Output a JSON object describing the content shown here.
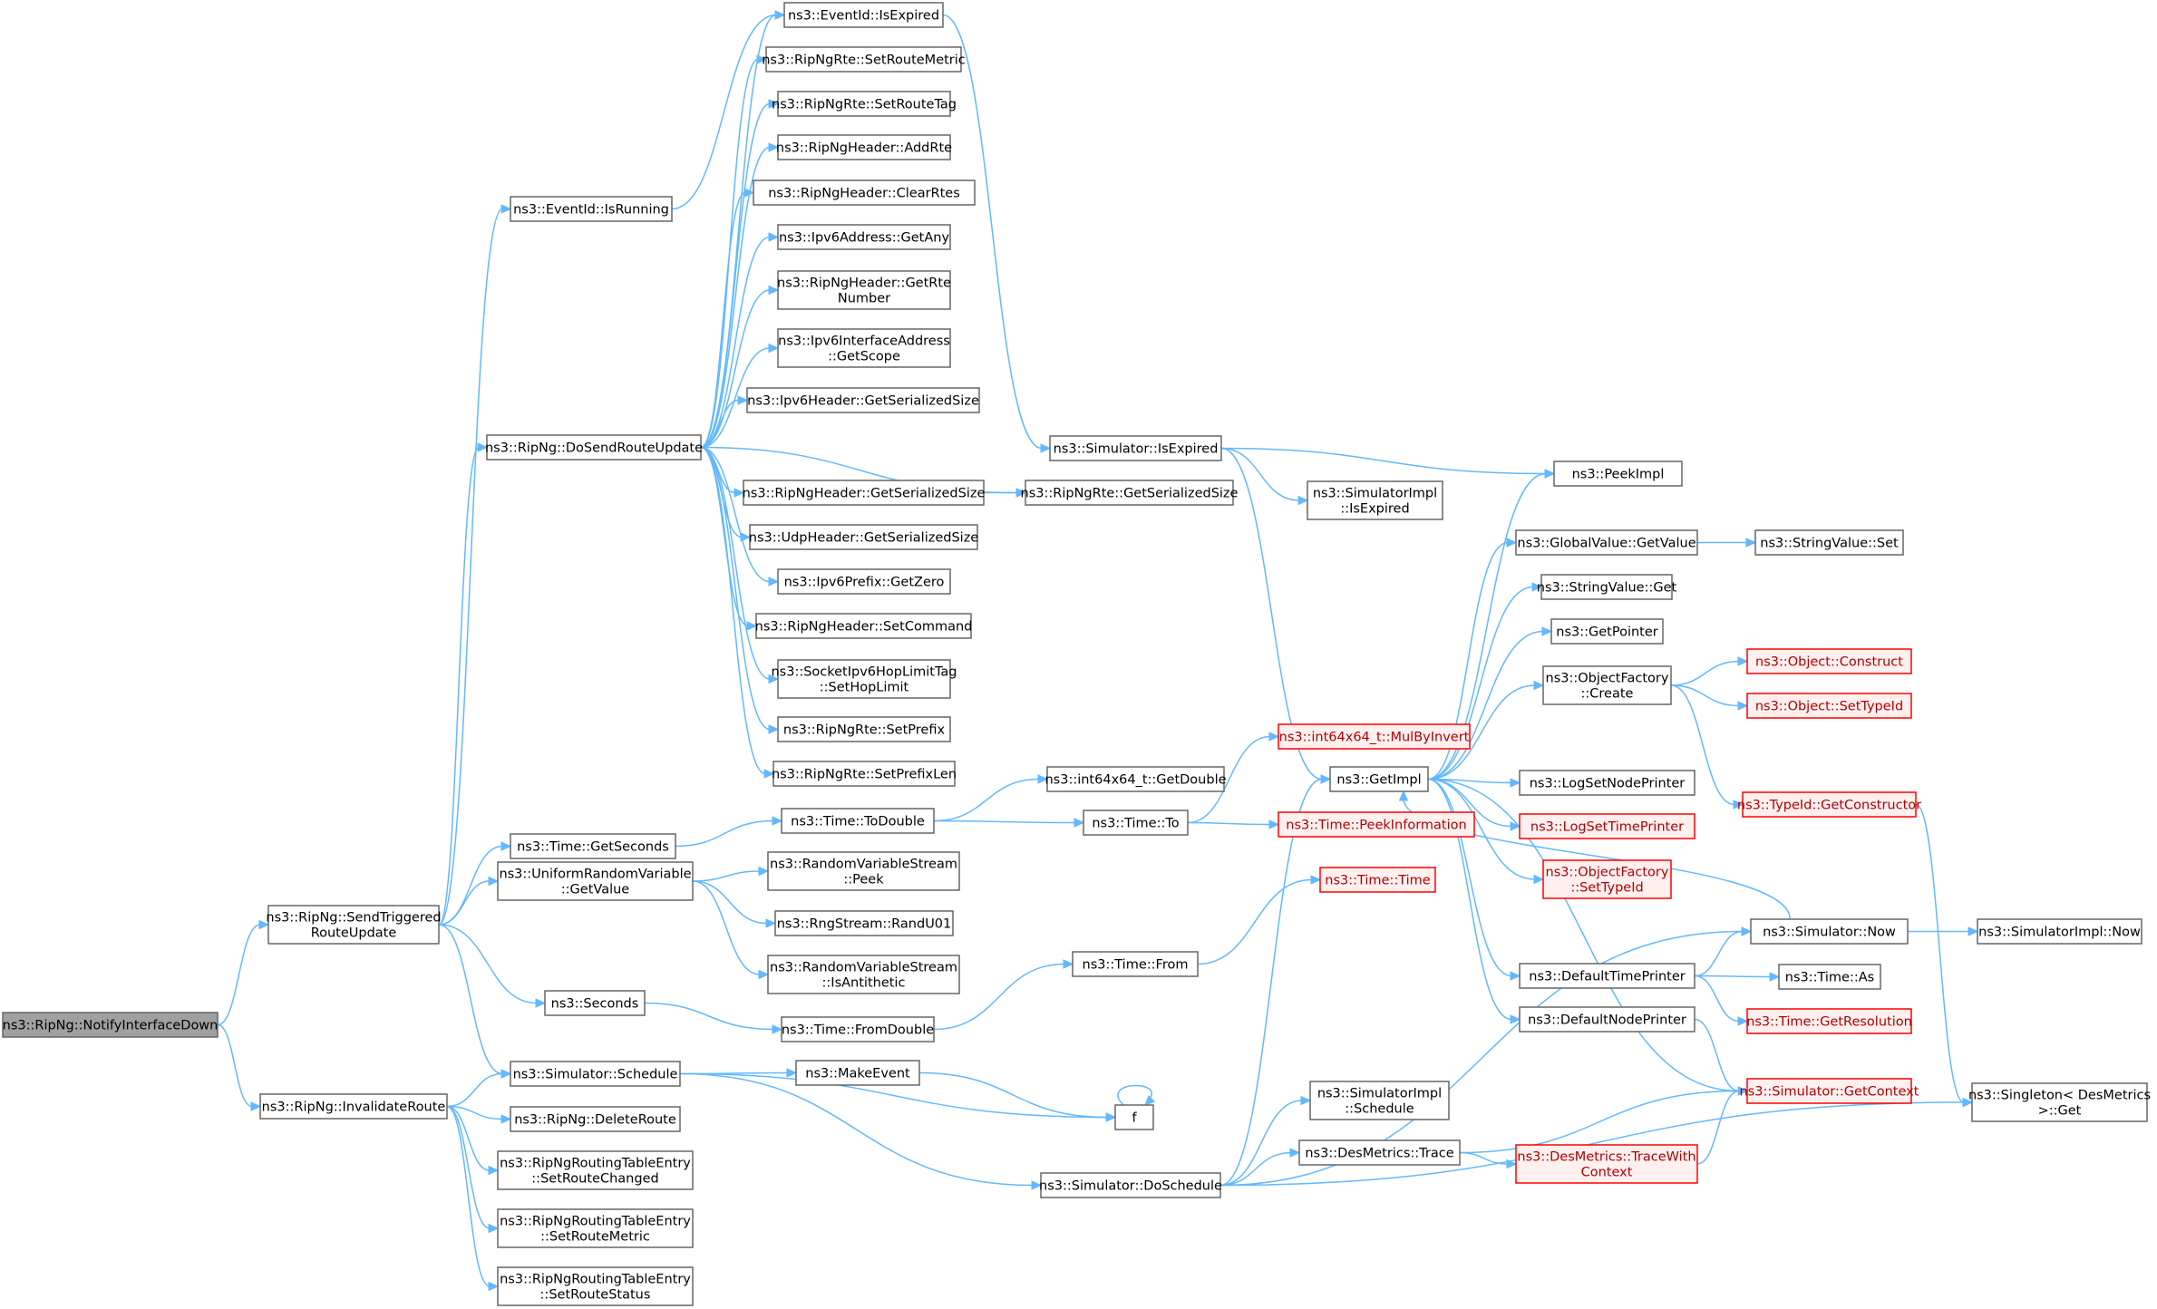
{
  "colors": {
    "edge": "#63b8ff",
    "node_border": "#666666",
    "root_fill": "#a0a0a0",
    "incomplete_border": "#ff0000"
  },
  "nodes": [
    {
      "id": "n0",
      "lines": [
        "ns3::RipNg::NotifyInterfaceDown"
      ],
      "style": "root"
    },
    {
      "id": "n1",
      "lines": [
        "ns3::RipNg::SendTriggered",
        "RouteUpdate"
      ]
    },
    {
      "id": "n2",
      "lines": [
        "ns3::RipNg::InvalidateRoute"
      ]
    },
    {
      "id": "n3",
      "lines": [
        "ns3::EventId::IsRunning"
      ]
    },
    {
      "id": "n4",
      "lines": [
        "ns3::RipNg::DoSendRouteUpdate"
      ]
    },
    {
      "id": "n5",
      "lines": [
        "ns3::Time::GetSeconds"
      ]
    },
    {
      "id": "n6",
      "lines": [
        "ns3::UniformRandomVariable",
        "::GetValue"
      ]
    },
    {
      "id": "n7",
      "lines": [
        "ns3::Seconds"
      ]
    },
    {
      "id": "n8",
      "lines": [
        "ns3::Simulator::Schedule"
      ]
    },
    {
      "id": "n9",
      "lines": [
        "ns3::RipNg::DeleteRoute"
      ]
    },
    {
      "id": "n10",
      "lines": [
        "ns3::RipNgRoutingTableEntry",
        "::SetRouteChanged"
      ]
    },
    {
      "id": "n11",
      "lines": [
        "ns3::RipNgRoutingTableEntry",
        "::SetRouteMetric"
      ]
    },
    {
      "id": "n12",
      "lines": [
        "ns3::RipNgRoutingTableEntry",
        "::SetRouteStatus"
      ]
    },
    {
      "id": "n13",
      "lines": [
        "ns3::EventId::IsExpired"
      ]
    },
    {
      "id": "n14",
      "lines": [
        "ns3::RipNgRte::SetRouteMetric"
      ]
    },
    {
      "id": "n15",
      "lines": [
        "ns3::RipNgRte::SetRouteTag"
      ]
    },
    {
      "id": "n16",
      "lines": [
        "ns3::RipNgHeader::AddRte"
      ]
    },
    {
      "id": "n17",
      "lines": [
        "ns3::RipNgHeader::ClearRtes"
      ]
    },
    {
      "id": "n18",
      "lines": [
        "ns3::Ipv6Address::GetAny"
      ]
    },
    {
      "id": "n19",
      "lines": [
        "ns3::RipNgHeader::GetRte",
        "Number"
      ]
    },
    {
      "id": "n20",
      "lines": [
        "ns3::Ipv6InterfaceAddress",
        "::GetScope"
      ]
    },
    {
      "id": "n21",
      "lines": [
        "ns3::Ipv6Header::GetSerializedSize"
      ]
    },
    {
      "id": "n22",
      "lines": [
        "ns3::RipNgHeader::GetSerializedSize"
      ]
    },
    {
      "id": "n23",
      "lines": [
        "ns3::UdpHeader::GetSerializedSize"
      ]
    },
    {
      "id": "n24",
      "lines": [
        "ns3::Ipv6Prefix::GetZero"
      ]
    },
    {
      "id": "n25",
      "lines": [
        "ns3::RipNgHeader::SetCommand"
      ]
    },
    {
      "id": "n26",
      "lines": [
        "ns3::SocketIpv6HopLimitTag",
        "::SetHopLimit"
      ]
    },
    {
      "id": "n27",
      "lines": [
        "ns3::RipNgRte::SetPrefix"
      ]
    },
    {
      "id": "n28",
      "lines": [
        "ns3::RipNgRte::SetPrefixLen"
      ]
    },
    {
      "id": "n29",
      "lines": [
        "ns3::Time::ToDouble"
      ]
    },
    {
      "id": "n30",
      "lines": [
        "ns3::RandomVariableStream",
        "::Peek"
      ]
    },
    {
      "id": "n31",
      "lines": [
        "ns3::RngStream::RandU01"
      ]
    },
    {
      "id": "n32",
      "lines": [
        "ns3::RandomVariableStream",
        "::IsAntithetic"
      ]
    },
    {
      "id": "n33",
      "lines": [
        "ns3::Time::FromDouble"
      ]
    },
    {
      "id": "n34",
      "lines": [
        "ns3::MakeEvent"
      ]
    },
    {
      "id": "n35",
      "lines": [
        "f"
      ]
    },
    {
      "id": "n36",
      "lines": [
        "ns3::Simulator::DoSchedule"
      ]
    },
    {
      "id": "n37",
      "lines": [
        "ns3::RipNgRte::GetSerializedSize"
      ]
    },
    {
      "id": "n38",
      "lines": [
        "ns3::Simulator::IsExpired"
      ]
    },
    {
      "id": "n39",
      "lines": [
        "ns3::int64x64_t::GetDouble"
      ]
    },
    {
      "id": "n40",
      "lines": [
        "ns3::Time::To"
      ]
    },
    {
      "id": "n41",
      "lines": [
        "ns3::Time::From"
      ]
    },
    {
      "id": "n42",
      "lines": [
        "ns3::SimulatorImpl",
        "::IsExpired"
      ]
    },
    {
      "id": "n43",
      "lines": [
        "ns3::int64x64_t::MulByInvert"
      ],
      "style": "red"
    },
    {
      "id": "n44",
      "lines": [
        "ns3::GetImpl"
      ]
    },
    {
      "id": "n45",
      "lines": [
        "ns3::Time::PeekInformation"
      ],
      "style": "red"
    },
    {
      "id": "n46",
      "lines": [
        "ns3::Time::Time"
      ],
      "style": "red"
    },
    {
      "id": "n47",
      "lines": [
        "ns3::SimulatorImpl",
        "::Schedule"
      ]
    },
    {
      "id": "n48",
      "lines": [
        "ns3::DesMetrics::Trace"
      ]
    },
    {
      "id": "n49",
      "lines": [
        "ns3::PeekImpl"
      ]
    },
    {
      "id": "n50",
      "lines": [
        "ns3::GlobalValue::GetValue"
      ]
    },
    {
      "id": "n51",
      "lines": [
        "ns3::StringValue::Get"
      ]
    },
    {
      "id": "n52",
      "lines": [
        "ns3::GetPointer"
      ]
    },
    {
      "id": "n53",
      "lines": [
        "ns3::ObjectFactory",
        "::Create"
      ]
    },
    {
      "id": "n54",
      "lines": [
        "ns3::LogSetNodePrinter"
      ]
    },
    {
      "id": "n55",
      "lines": [
        "ns3::LogSetTimePrinter"
      ],
      "style": "red"
    },
    {
      "id": "n56",
      "lines": [
        "ns3::ObjectFactory",
        "::SetTypeId"
      ],
      "style": "red"
    },
    {
      "id": "n57",
      "lines": [
        "ns3::DefaultTimePrinter"
      ]
    },
    {
      "id": "n58",
      "lines": [
        "ns3::DefaultNodePrinter"
      ]
    },
    {
      "id": "n59",
      "lines": [
        "ns3::DesMetrics::TraceWith",
        "Context"
      ],
      "style": "red"
    },
    {
      "id": "n60",
      "lines": [
        "ns3::StringValue::Set"
      ]
    },
    {
      "id": "n61",
      "lines": [
        "ns3::Object::Construct"
      ],
      "style": "red"
    },
    {
      "id": "n62",
      "lines": [
        "ns3::Object::SetTypeId"
      ],
      "style": "red"
    },
    {
      "id": "n63",
      "lines": [
        "ns3::TypeId::GetConstructor"
      ],
      "style": "red"
    },
    {
      "id": "n64",
      "lines": [
        "ns3::Simulator::Now"
      ]
    },
    {
      "id": "n65",
      "lines": [
        "ns3::Time::As"
      ]
    },
    {
      "id": "n66",
      "lines": [
        "ns3::Time::GetResolution"
      ],
      "style": "red"
    },
    {
      "id": "n67",
      "lines": [
        "ns3::Simulator::GetContext"
      ],
      "style": "red"
    },
    {
      "id": "n68",
      "lines": [
        "ns3::SimulatorImpl::Now"
      ]
    },
    {
      "id": "n69",
      "lines": [
        "ns3::Singleton< DesMetrics",
        " >::Get"
      ]
    }
  ],
  "edges": [
    [
      "n0",
      "n1"
    ],
    [
      "n0",
      "n2"
    ],
    [
      "n1",
      "n3"
    ],
    [
      "n1",
      "n4"
    ],
    [
      "n1",
      "n5"
    ],
    [
      "n1",
      "n6"
    ],
    [
      "n1",
      "n7"
    ],
    [
      "n1",
      "n8"
    ],
    [
      "n2",
      "n8"
    ],
    [
      "n2",
      "n9"
    ],
    [
      "n2",
      "n10"
    ],
    [
      "n2",
      "n11"
    ],
    [
      "n2",
      "n12"
    ],
    [
      "n3",
      "n13"
    ],
    [
      "n13",
      "n38"
    ],
    [
      "n4",
      "n13"
    ],
    [
      "n4",
      "n14"
    ],
    [
      "n4",
      "n15"
    ],
    [
      "n4",
      "n16"
    ],
    [
      "n4",
      "n17"
    ],
    [
      "n4",
      "n18"
    ],
    [
      "n4",
      "n19"
    ],
    [
      "n4",
      "n20"
    ],
    [
      "n4",
      "n21"
    ],
    [
      "n4",
      "n22"
    ],
    [
      "n4",
      "n23"
    ],
    [
      "n4",
      "n24"
    ],
    [
      "n4",
      "n25"
    ],
    [
      "n4",
      "n26"
    ],
    [
      "n4",
      "n27"
    ],
    [
      "n4",
      "n28"
    ],
    [
      "n4",
      "n37"
    ],
    [
      "n22",
      "n37"
    ],
    [
      "n5",
      "n29"
    ],
    [
      "n29",
      "n39"
    ],
    [
      "n29",
      "n40"
    ],
    [
      "n40",
      "n43"
    ],
    [
      "n40",
      "n45"
    ],
    [
      "n6",
      "n30"
    ],
    [
      "n6",
      "n31"
    ],
    [
      "n6",
      "n32"
    ],
    [
      "n7",
      "n33"
    ],
    [
      "n33",
      "n41"
    ],
    [
      "n41",
      "n46"
    ],
    [
      "n8",
      "n34"
    ],
    [
      "n8",
      "n35"
    ],
    [
      "n8",
      "n36"
    ],
    [
      "n34",
      "n35"
    ],
    [
      "n35",
      "n35"
    ],
    [
      "n36",
      "n44"
    ],
    [
      "n36",
      "n47"
    ],
    [
      "n36",
      "n48"
    ],
    [
      "n36",
      "n64"
    ],
    [
      "n36",
      "n69"
    ],
    [
      "n38",
      "n44"
    ],
    [
      "n38",
      "n42"
    ],
    [
      "n38",
      "n49"
    ],
    [
      "n44",
      "n49"
    ],
    [
      "n44",
      "n50"
    ],
    [
      "n44",
      "n51"
    ],
    [
      "n44",
      "n52"
    ],
    [
      "n44",
      "n53"
    ],
    [
      "n44",
      "n54"
    ],
    [
      "n44",
      "n55"
    ],
    [
      "n44",
      "n56"
    ],
    [
      "n44",
      "n57"
    ],
    [
      "n44",
      "n58"
    ],
    [
      "n44",
      "n67"
    ],
    [
      "n48",
      "n59"
    ],
    [
      "n48",
      "n67"
    ],
    [
      "n59",
      "n67"
    ],
    [
      "n50",
      "n60"
    ],
    [
      "n53",
      "n61"
    ],
    [
      "n53",
      "n62"
    ],
    [
      "n53",
      "n63"
    ],
    [
      "n63",
      "n69"
    ],
    [
      "n57",
      "n64"
    ],
    [
      "n57",
      "n65"
    ],
    [
      "n57",
      "n66"
    ],
    [
      "n58",
      "n67"
    ],
    [
      "n64",
      "n44"
    ],
    [
      "n64",
      "n68"
    ]
  ]
}
